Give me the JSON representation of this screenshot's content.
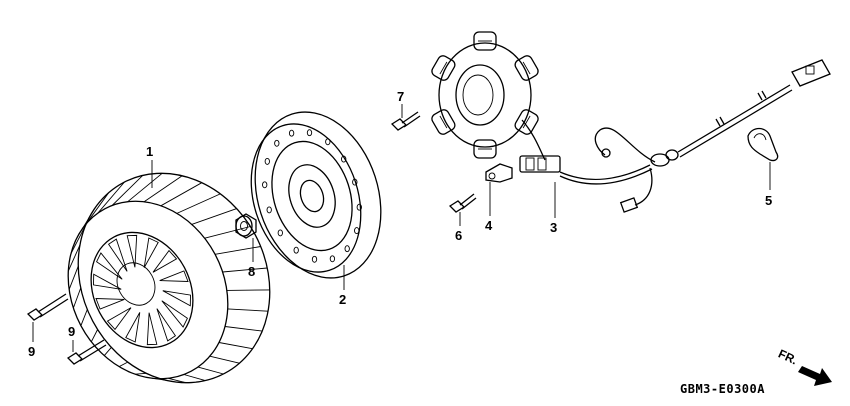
{
  "callouts": [
    {
      "id": "1",
      "label": "1"
    },
    {
      "id": "2",
      "label": "2"
    },
    {
      "id": "3",
      "label": "3"
    },
    {
      "id": "4",
      "label": "4"
    },
    {
      "id": "5",
      "label": "5"
    },
    {
      "id": "6",
      "label": "6"
    },
    {
      "id": "7",
      "label": "7"
    },
    {
      "id": "8",
      "label": "8"
    },
    {
      "id": "9a",
      "label": "9"
    },
    {
      "id": "9b",
      "label": "9"
    }
  ],
  "drawing_code": "GBM3-E0300A",
  "direction": "FR.",
  "icons": [
    "front-direction-arrow-icon"
  ]
}
